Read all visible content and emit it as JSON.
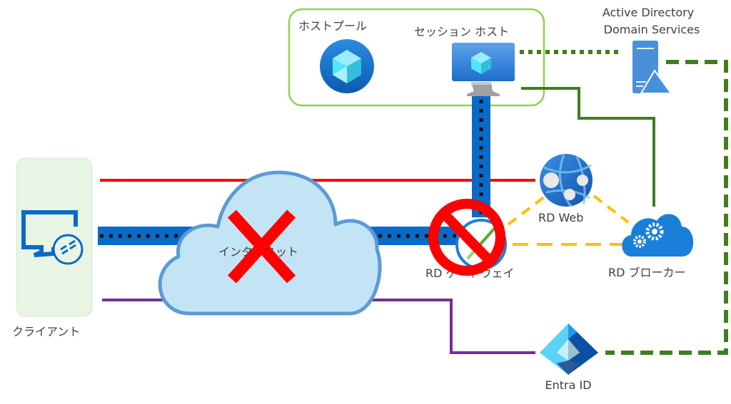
{
  "diagram": {
    "nodes": {
      "host_pool": {
        "label": "ホストプール",
        "icon": "host-pool-icon"
      },
      "session_host": {
        "label": "セッション ホスト",
        "icon": "virtual-machine-icon"
      },
      "adds": {
        "label_line1": "Active Directory",
        "label_line2": "Domain Services",
        "icon": "server-directory-icon"
      },
      "client": {
        "label": "クライアント",
        "icon": "remote-desktop-client-icon"
      },
      "internet": {
        "label": "インターネット",
        "icon": "cloud-icon",
        "status": "blocked"
      },
      "rd_gateway": {
        "label": "RD ゲートウェイ",
        "icon": "gateway-icon",
        "status": "prohibited"
      },
      "rd_web": {
        "label": "RD Web",
        "icon": "web-app-globe-icon"
      },
      "rd_broker": {
        "label": "RD ブローカー",
        "icon": "cloud-gears-icon"
      },
      "entra_id": {
        "label": "Entra ID",
        "icon": "entra-id-icon"
      }
    },
    "connections": [
      {
        "from": "client",
        "to": "rd_web",
        "style": "solid",
        "color": "#ff0000"
      },
      {
        "from": "client",
        "to": "rd_gateway",
        "style": "thick-blue-dotted",
        "color": "#0a6ac8"
      },
      {
        "from": "rd_gateway",
        "to": "session_host",
        "style": "thick-blue-dotted",
        "color": "#0a6ac8"
      },
      {
        "from": "client",
        "to": "entra_id",
        "style": "solid",
        "color": "#7030a0"
      },
      {
        "from": "session_host",
        "to": "adds",
        "style": "dotted",
        "color": "#3f7f1f"
      },
      {
        "from": "session_host",
        "to": "rd_broker",
        "style": "solid",
        "color": "#3f7f1f"
      },
      {
        "from": "adds",
        "to": "entra_id",
        "style": "dashed",
        "color": "#3f7f1f"
      },
      {
        "from": "rd_gateway",
        "to": "rd_web",
        "style": "dashed",
        "color": "#ffc000"
      },
      {
        "from": "rd_web",
        "to": "rd_broker",
        "style": "dashed",
        "color": "#ffc000"
      },
      {
        "from": "rd_gateway",
        "to": "rd_broker",
        "style": "dashed",
        "color": "#ffc000"
      }
    ],
    "colors": {
      "host_pool_border": "#92d050",
      "client_bg": "#e8f4e4",
      "blocked_mark": "#ff0000",
      "cloud_fill": "#c3e4f5",
      "cloud_stroke": "#5b9bd5"
    }
  }
}
